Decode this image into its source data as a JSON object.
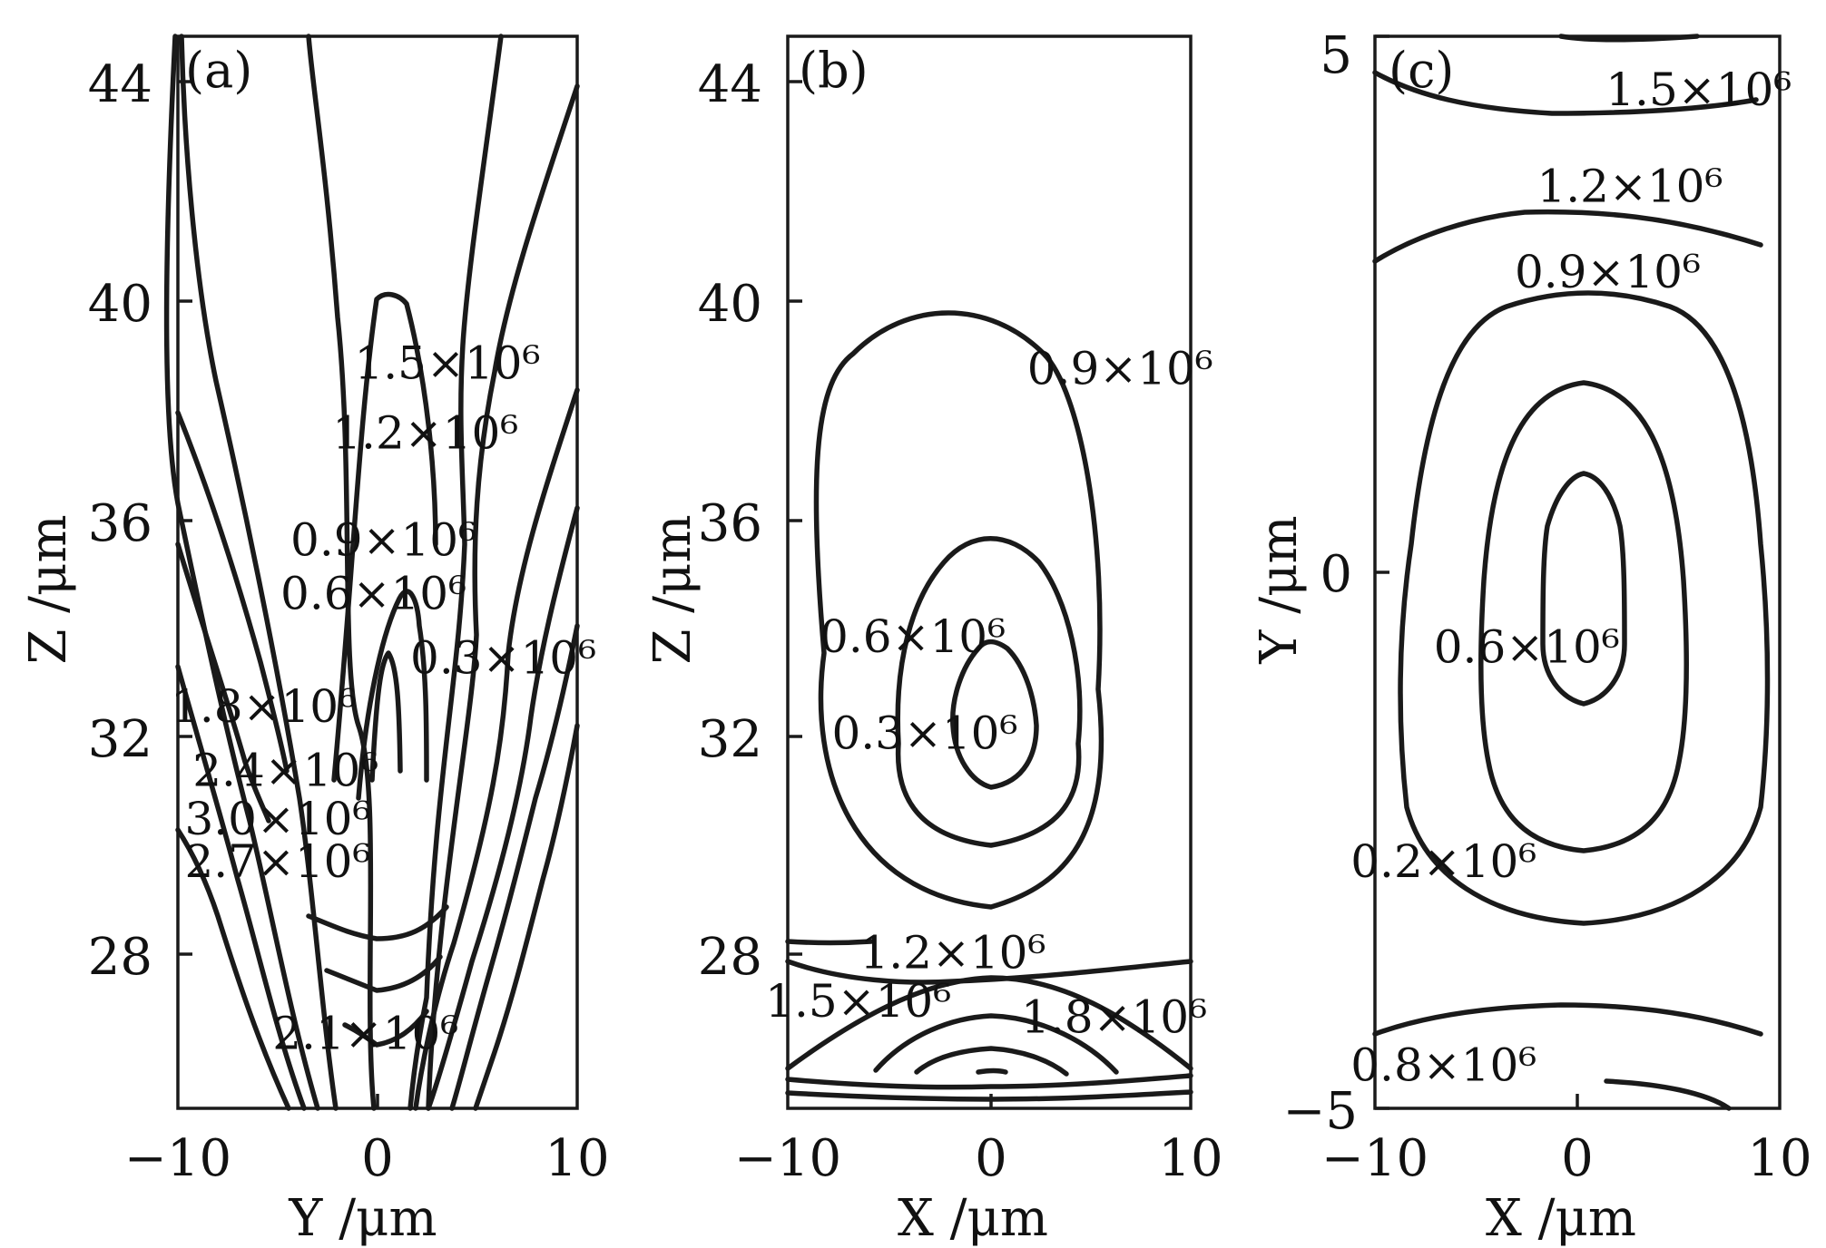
{
  "chart_data": [
    {
      "type": "contour",
      "panel_label": "(a)",
      "xlabel": "Y /μm",
      "ylabel": "Z /μm",
      "xlim": [
        -10,
        10
      ],
      "ylim": [
        25,
        45
      ],
      "xticks": [
        "−10",
        "0",
        "10"
      ],
      "xtick_values": [
        -10,
        0,
        10
      ],
      "yticks": [
        "28",
        "32",
        "36",
        "40",
        "44"
      ],
      "ytick_values": [
        28,
        32,
        36,
        40,
        44
      ],
      "labels": [
        {
          "text": "1.5×10⁶",
          "x": 3.5,
          "y": 38.9
        },
        {
          "text": "1.2×10⁶",
          "x": 2.4,
          "y": 37.6
        },
        {
          "text": "0.9×10⁶",
          "x": 0.3,
          "y": 35.6
        },
        {
          "text": "0.6×10⁶",
          "x": -0.2,
          "y": 34.6
        },
        {
          "text": "0.3×10⁶",
          "x": 6.3,
          "y": 33.4
        },
        {
          "text": "1.8×10⁶",
          "x": -5.7,
          "y": 32.5
        },
        {
          "text": "2.4×10⁶",
          "x": -4.6,
          "y": 31.3
        },
        {
          "text": "3.0×10⁶",
          "x": -5.0,
          "y": 30.4
        },
        {
          "text": "2.7×10⁶",
          "x": -5.0,
          "y": 29.6
        },
        {
          "text": "2.1×10⁶",
          "x": -0.6,
          "y": 26.4
        }
      ]
    },
    {
      "type": "contour",
      "panel_label": "(b)",
      "xlabel": "X /μm",
      "ylabel": "Z /μm",
      "xlim": [
        -10,
        10
      ],
      "ylim": [
        25,
        45
      ],
      "xticks": [
        "−10",
        "0",
        "10"
      ],
      "xtick_values": [
        -10,
        0,
        10
      ],
      "yticks": [
        "28",
        "32",
        "36",
        "40",
        "44"
      ],
      "ytick_values": [
        28,
        32,
        36,
        40,
        44
      ],
      "labels": [
        {
          "text": "0.9×10⁶",
          "x": 6.5,
          "y": 38.8
        },
        {
          "text": "0.6×10⁶",
          "x": -3.8,
          "y": 33.8
        },
        {
          "text": "0.3×10⁶",
          "x": -3.2,
          "y": 32.0
        },
        {
          "text": "1.2×10⁶",
          "x": -1.8,
          "y": 27.9
        },
        {
          "text": "1.5×10⁶",
          "x": -6.5,
          "y": 27.0
        },
        {
          "text": "1.8×10⁶",
          "x": 6.2,
          "y": 26.7
        }
      ]
    },
    {
      "type": "contour",
      "panel_label": "(c)",
      "xlabel": "X /μm",
      "ylabel": "Y /μm",
      "xlim": [
        -10,
        10
      ],
      "ylim": [
        -5,
        5
      ],
      "xticks": [
        "−10",
        "0",
        "10"
      ],
      "xtick_values": [
        -10,
        0,
        10
      ],
      "yticks": [
        "−5",
        "0",
        "5"
      ],
      "ytick_values": [
        -5,
        0,
        5
      ],
      "labels": [
        {
          "text": "1.5×10⁶",
          "x": 6.0,
          "y": 4.5
        },
        {
          "text": "1.2×10⁶",
          "x": 2.6,
          "y": 3.6
        },
        {
          "text": "0.9×10⁶",
          "x": 1.5,
          "y": 2.8
        },
        {
          "text": "0.6×10⁶",
          "x": -2.5,
          "y": -0.7
        },
        {
          "text": "0.2×10⁶",
          "x": -6.6,
          "y": -2.7
        },
        {
          "text": "0.8×10⁶",
          "x": -6.6,
          "y": -4.6
        }
      ]
    }
  ]
}
